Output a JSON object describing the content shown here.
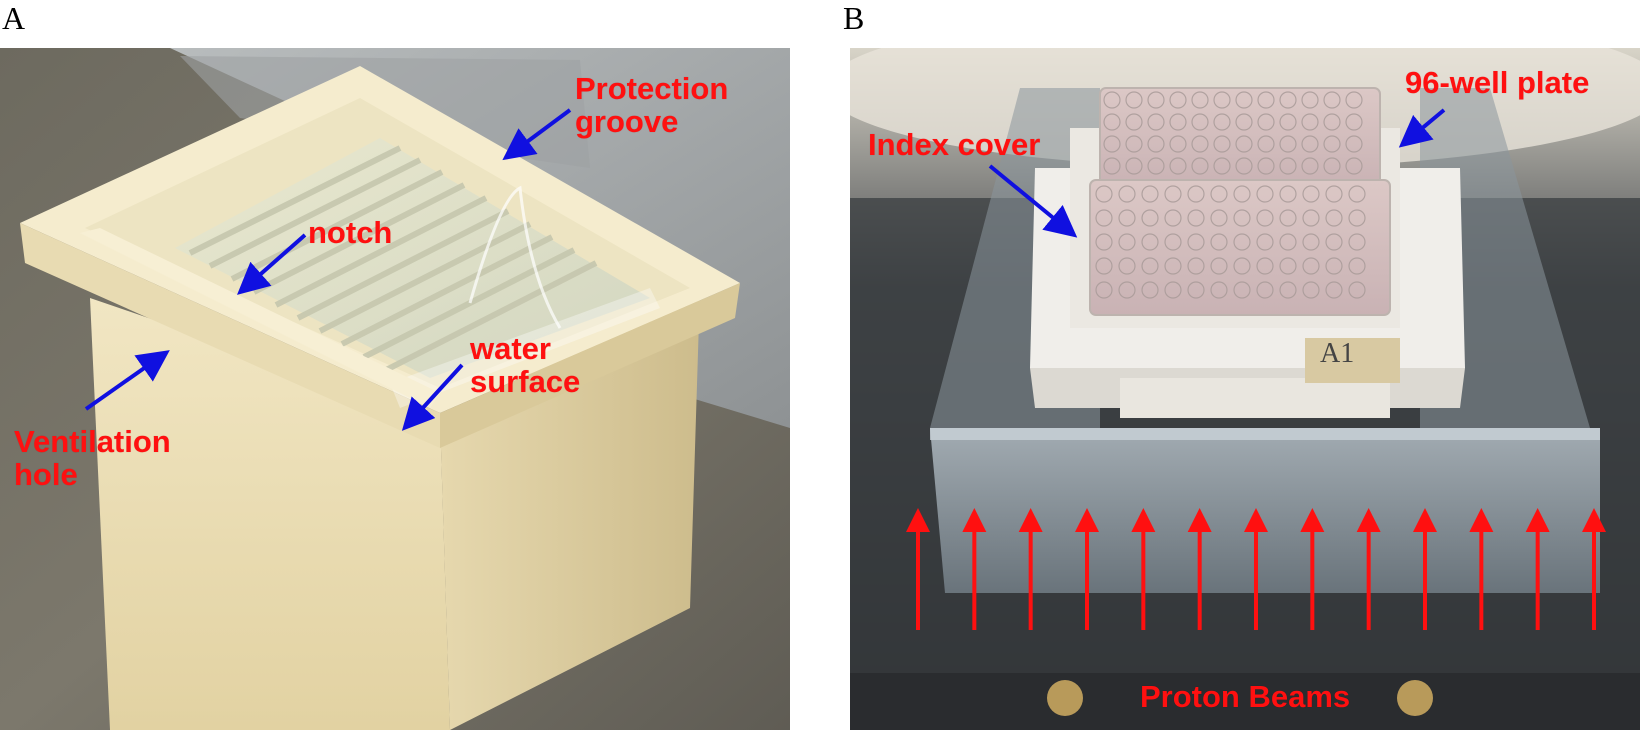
{
  "panels": [
    {
      "letter": "A",
      "labels": {
        "protection_groove": "Protection\ngroove",
        "notch": "notch",
        "water_surface": "water\nsurface",
        "ventilation_hole": "Ventilation\nhole"
      }
    },
    {
      "letter": "B",
      "labels": {
        "plate": "96-well plate",
        "index_cover": "Index cover",
        "proton_beams": "Proton Beams",
        "tray_tag": "A1"
      }
    }
  ],
  "colors": {
    "label_red": "#ff1010",
    "arrow_blue": "#1010e0",
    "beam_red": "#ff1010"
  },
  "beam_arrow_count": 13
}
